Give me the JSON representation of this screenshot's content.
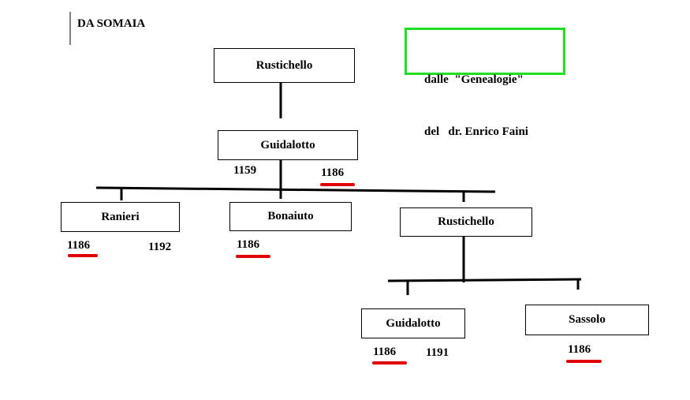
{
  "title": "DA SOMAIA",
  "source_note": {
    "line1": "dalle  \"Genealogie\"",
    "line2": "del   dr. Enrico Faini",
    "border_color": "#22dd22"
  },
  "highlight_color": "#e00000",
  "nodes": {
    "rustichello_root": {
      "name": "Rustichello"
    },
    "guidalotto_1": {
      "name": "Guidalotto",
      "years": [
        "1159",
        "1186"
      ]
    },
    "ranieri": {
      "name": "Ranieri",
      "years": [
        "1186",
        "1192"
      ]
    },
    "bonaiuto": {
      "name": "Bonaiuto",
      "years": [
        "1186"
      ]
    },
    "rustichello_2": {
      "name": "Rustichello"
    },
    "guidalotto_2": {
      "name": "Guidalotto",
      "years": [
        "1186",
        "1191"
      ]
    },
    "sassolo": {
      "name": "Sassolo",
      "years": [
        "1186"
      ]
    }
  }
}
